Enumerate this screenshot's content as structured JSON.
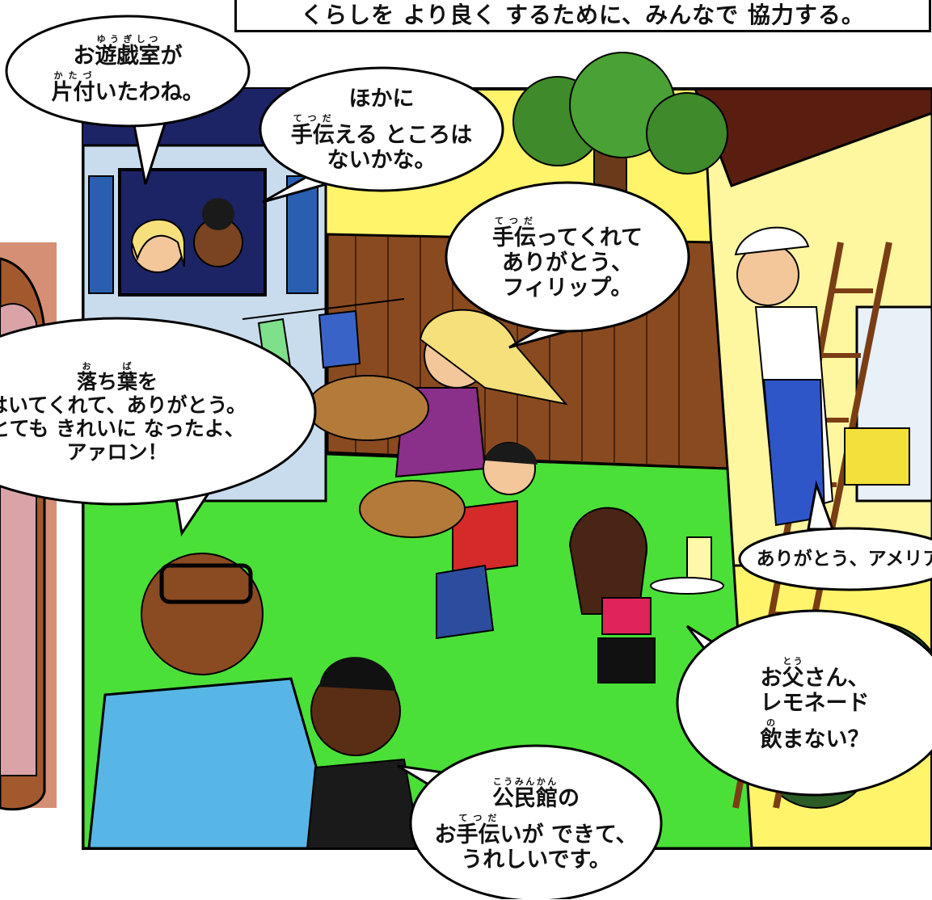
{
  "caption": "くらしを より良く するために、みんなで 協力する。",
  "bubbles": {
    "playroom": {
      "line1": {
        "pre": "お",
        "kanji": "遊戯室",
        "ruby": "ゆうぎしつ",
        "post": "が"
      },
      "line2": {
        "pre": "",
        "kanji": "片付",
        "ruby": "かたづ",
        "post": "いたわね。"
      }
    },
    "help": {
      "line1": "ほかに",
      "line2": {
        "kanji": "手伝",
        "ruby": "てつだ",
        "post": "える ところは"
      },
      "line3": "ないかな。"
    },
    "thanks_philip": {
      "line1": {
        "kanji": "手伝",
        "ruby": "てつだ",
        "post": "ってくれて"
      },
      "line2": "ありがとう、",
      "line3": "フィリップ。"
    },
    "leaves": {
      "line1": {
        "kanji": "落",
        "ruby": "お",
        "mid": "ち",
        "kanji2": "葉",
        "ruby2": "ば",
        "post": "を"
      },
      "line2": "はいてくれて、ありがとう。",
      "line3": "とても きれいに なったよ、",
      "line4": "アァロン！"
    },
    "amelia": {
      "line1": "ありがとう、アメリア"
    },
    "lemonade": {
      "line1": {
        "pre": "お",
        "kanji": "父",
        "ruby": "とう",
        "post": "さん、"
      },
      "line2": "レモネード",
      "line3": {
        "kanji": "飲",
        "ruby": "の",
        "post": "まない？"
      }
    },
    "community": {
      "line1": {
        "kanji": "公民館",
        "ruby": "こうみんかん",
        "post": "の"
      },
      "line2": {
        "pre": "お",
        "kanji": "手伝",
        "ruby": "てつだ",
        "post": "いが できて、"
      },
      "line3": "うれしいです。"
    }
  },
  "colors": {
    "sky_night": "#1c2466",
    "grass": "#4be038",
    "fence": "#8a4a20",
    "house_wall": "#fff46a",
    "window_frame": "#c9dced",
    "ladder": "#7a3d14"
  }
}
